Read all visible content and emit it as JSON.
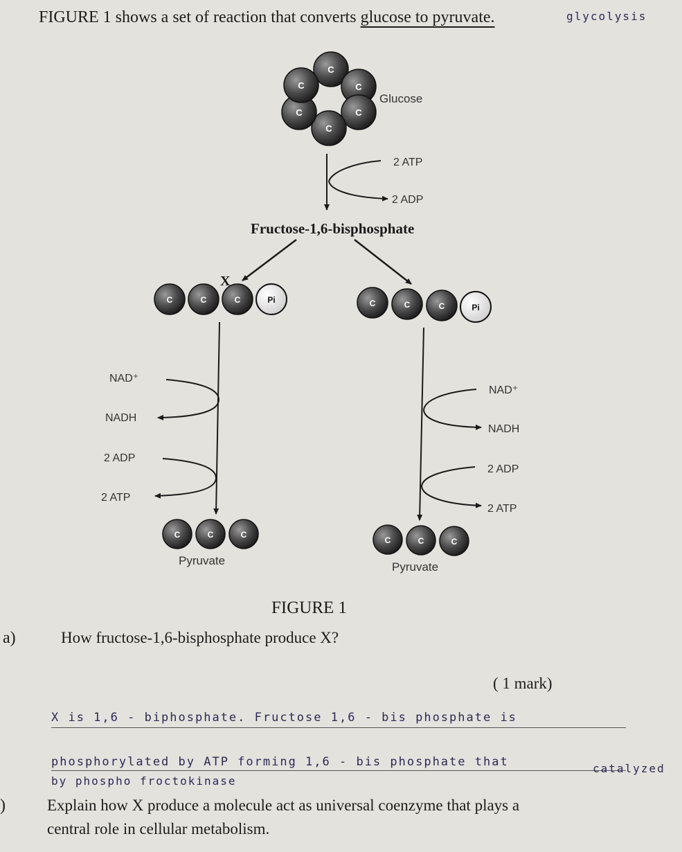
{
  "header": {
    "title_prefix": "FIGURE 1 shows a set of reaction that converts ",
    "title_highlight": "glucose to pyruvate.",
    "handwritten_note": "glycolysis"
  },
  "figure": {
    "atom_label": "C",
    "phosphate_label": "Pi",
    "glucose_label": "Glucose",
    "atp_in": "2 ATP",
    "adp_out": "2 ADP",
    "intermediate_label": "Fructose-1,6-bisphosphate",
    "x_label": "X",
    "left_branch": {
      "nad_plus": "NAD⁺",
      "nadh": "NADH",
      "adp": "2 ADP",
      "atp": "2 ATP",
      "product": "Pyruvate"
    },
    "right_branch": {
      "nad_plus": "NAD⁺",
      "nadh": "NADH",
      "adp": "2 ADP",
      "atp": "2 ATP",
      "product": "Pyruvate"
    },
    "caption": "FIGURE 1"
  },
  "question_a": {
    "label": "a)",
    "text": "How fructose-1,6-bisphosphate produce X?",
    "marks": "( 1 mark)"
  },
  "answer_a": {
    "line1": "X is 1,6 - biphosphate. Fructose 1,6 - bis phosphate is",
    "line2": "phosphorylated by ATP forming 1,6 - bis phosphate that",
    "line2_end": "catalyzed",
    "line3": "by phospho froctokinase"
  },
  "question_b": {
    "label": ")",
    "line1": "Explain how X produce a molecule act as universal coenzyme that plays a",
    "line2": "central role in cellular metabolism."
  }
}
